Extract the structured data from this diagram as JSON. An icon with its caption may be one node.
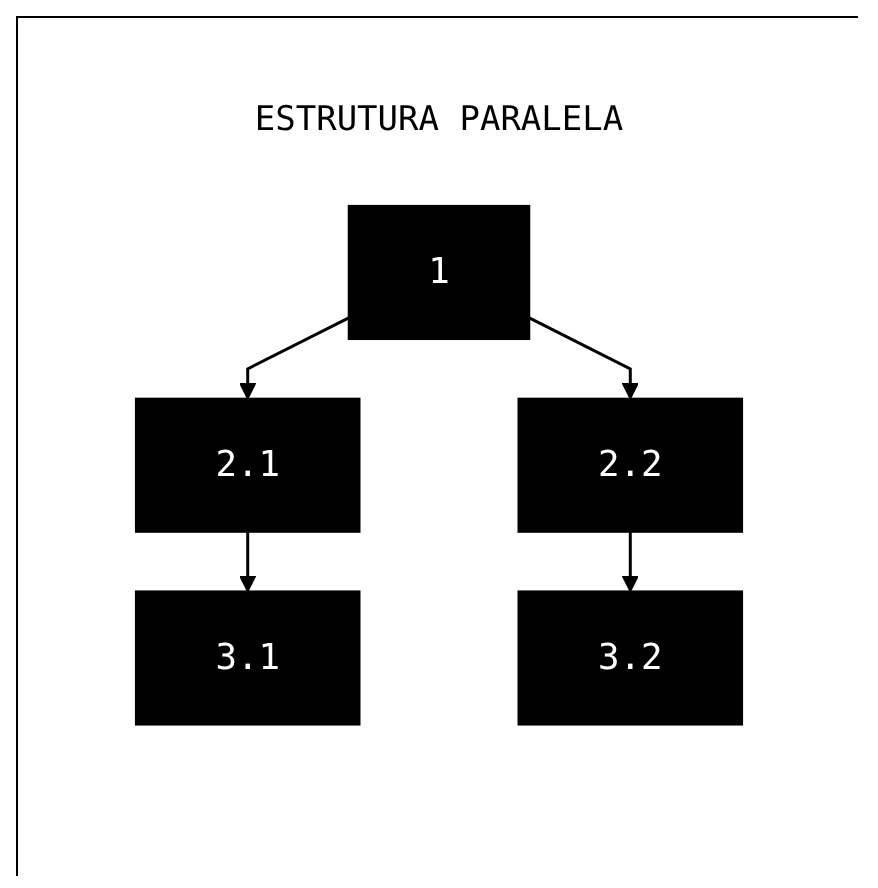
{
  "diagram": {
    "title": "ESTRUTURA PARALELA",
    "nodes": [
      {
        "text": [
          "1"
        ]
      },
      {
        "text": [
          "2.1"
        ]
      },
      {
        "text": [
          "2.2"
        ]
      },
      {
        "text": [
          "3.1"
        ]
      },
      {
        "text": [
          "3.2"
        ]
      }
    ],
    "edges": [
      {
        "from": 0,
        "to": 1,
        "arrow": "to"
      },
      {
        "from": 0,
        "to": 2,
        "arrow": "to"
      },
      {
        "from": 1,
        "to": 3,
        "arrow": "to"
      },
      {
        "from": 2,
        "to": 4,
        "arrow": "to"
      }
    ]
  }
}
